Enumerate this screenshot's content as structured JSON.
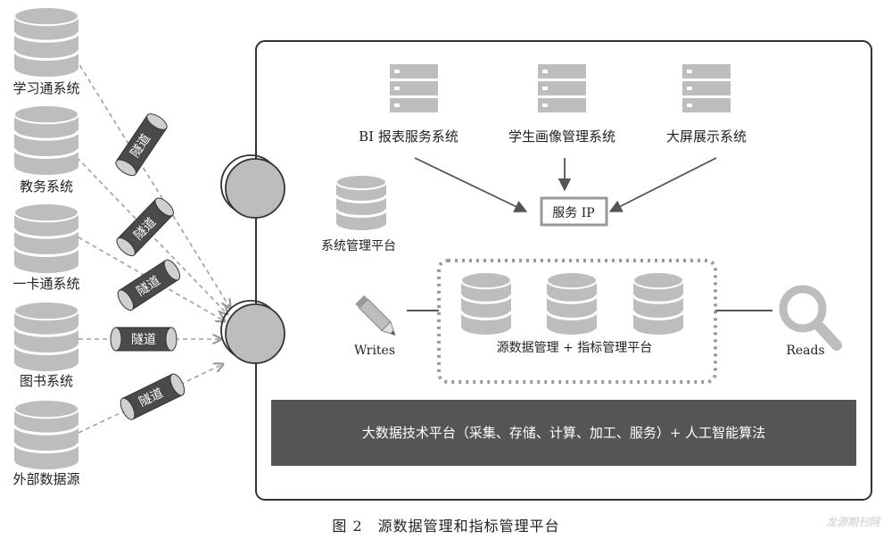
{
  "sources": [
    {
      "label": "学习通系统"
    },
    {
      "label": "教务系统"
    },
    {
      "label": "一卡通系统"
    },
    {
      "label": "图书系统"
    },
    {
      "label": "外部数据源"
    }
  ],
  "tunnel_label": "隧道",
  "top_systems": [
    {
      "label": "BI 报表服务系统"
    },
    {
      "label": "学生画像管理系统"
    },
    {
      "label": "大屏展示系统"
    }
  ],
  "service_ip_label": "服务 IP",
  "sys_mgmt_label": "系统管理平台",
  "writes_label": "Writes",
  "reads_label": "Reads",
  "core_platform_label": "源数据管理 + 指标管理平台",
  "bigdata_bar_label": "大数据技术平台（采集、存储、计算、加工、服务）+ 人工智能算法",
  "caption": "图 2　源数据管理和指标管理平台",
  "watermark": "龙源期刊网",
  "colors": {
    "db_fill": "#bdbdbd",
    "db_stripe": "#ffffff",
    "dark_bar": "#555555",
    "tunnel_dark": "#4a4a4a",
    "tunnel_light": "#d0d0d0",
    "arrow": "#555555",
    "dashed": "#9a9a9a"
  }
}
